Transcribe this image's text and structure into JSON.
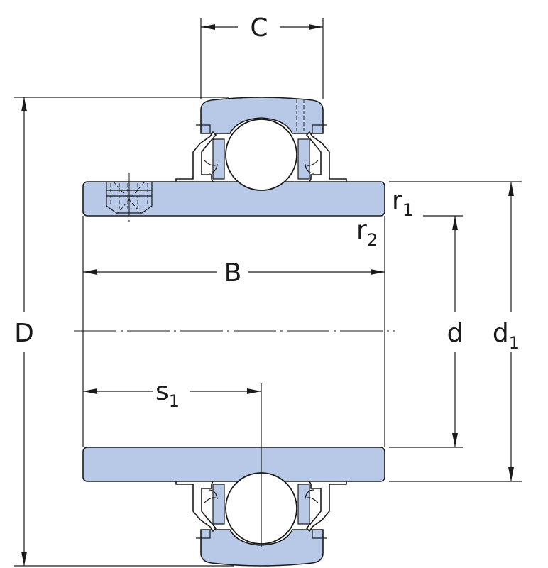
{
  "dimensions": {
    "C": "C",
    "B": "B",
    "D": "D",
    "d": "d",
    "d1_base": "d",
    "d1_sub": "1",
    "s1_base": "s",
    "s1_sub": "1",
    "r1_base": "r",
    "r1_sub": "1",
    "r2_base": "r",
    "r2_sub": "2"
  },
  "colors": {
    "part_fill": "#b7c9e7",
    "outline": "#1a1a1a"
  }
}
